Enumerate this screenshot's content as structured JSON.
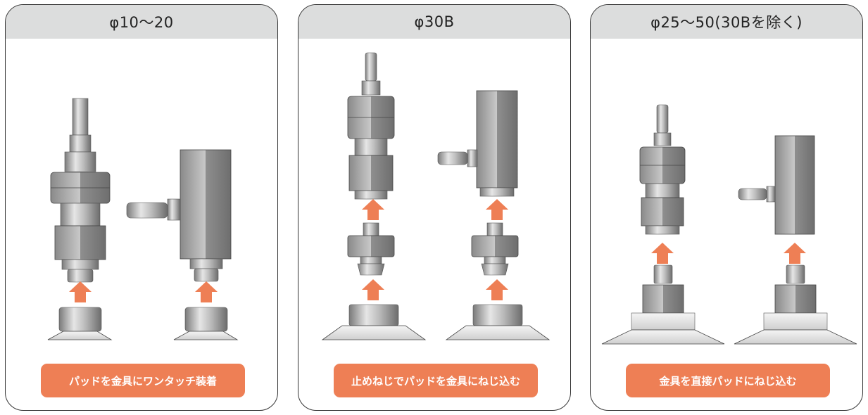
{
  "panels": [
    {
      "title": "φ10〜20",
      "caption": "パッドを金具にワンタッチ装着"
    },
    {
      "title": "φ30B",
      "caption": "止めねじでパッドを金具にねじ込む"
    },
    {
      "title": "φ25〜50(30Bを除く)",
      "caption": "金具を直接パッドにねじ込む"
    }
  ],
  "colors": {
    "arrow": "#ee7f55",
    "header": "#dcdddd",
    "caption_bg": "#ee7f55"
  }
}
